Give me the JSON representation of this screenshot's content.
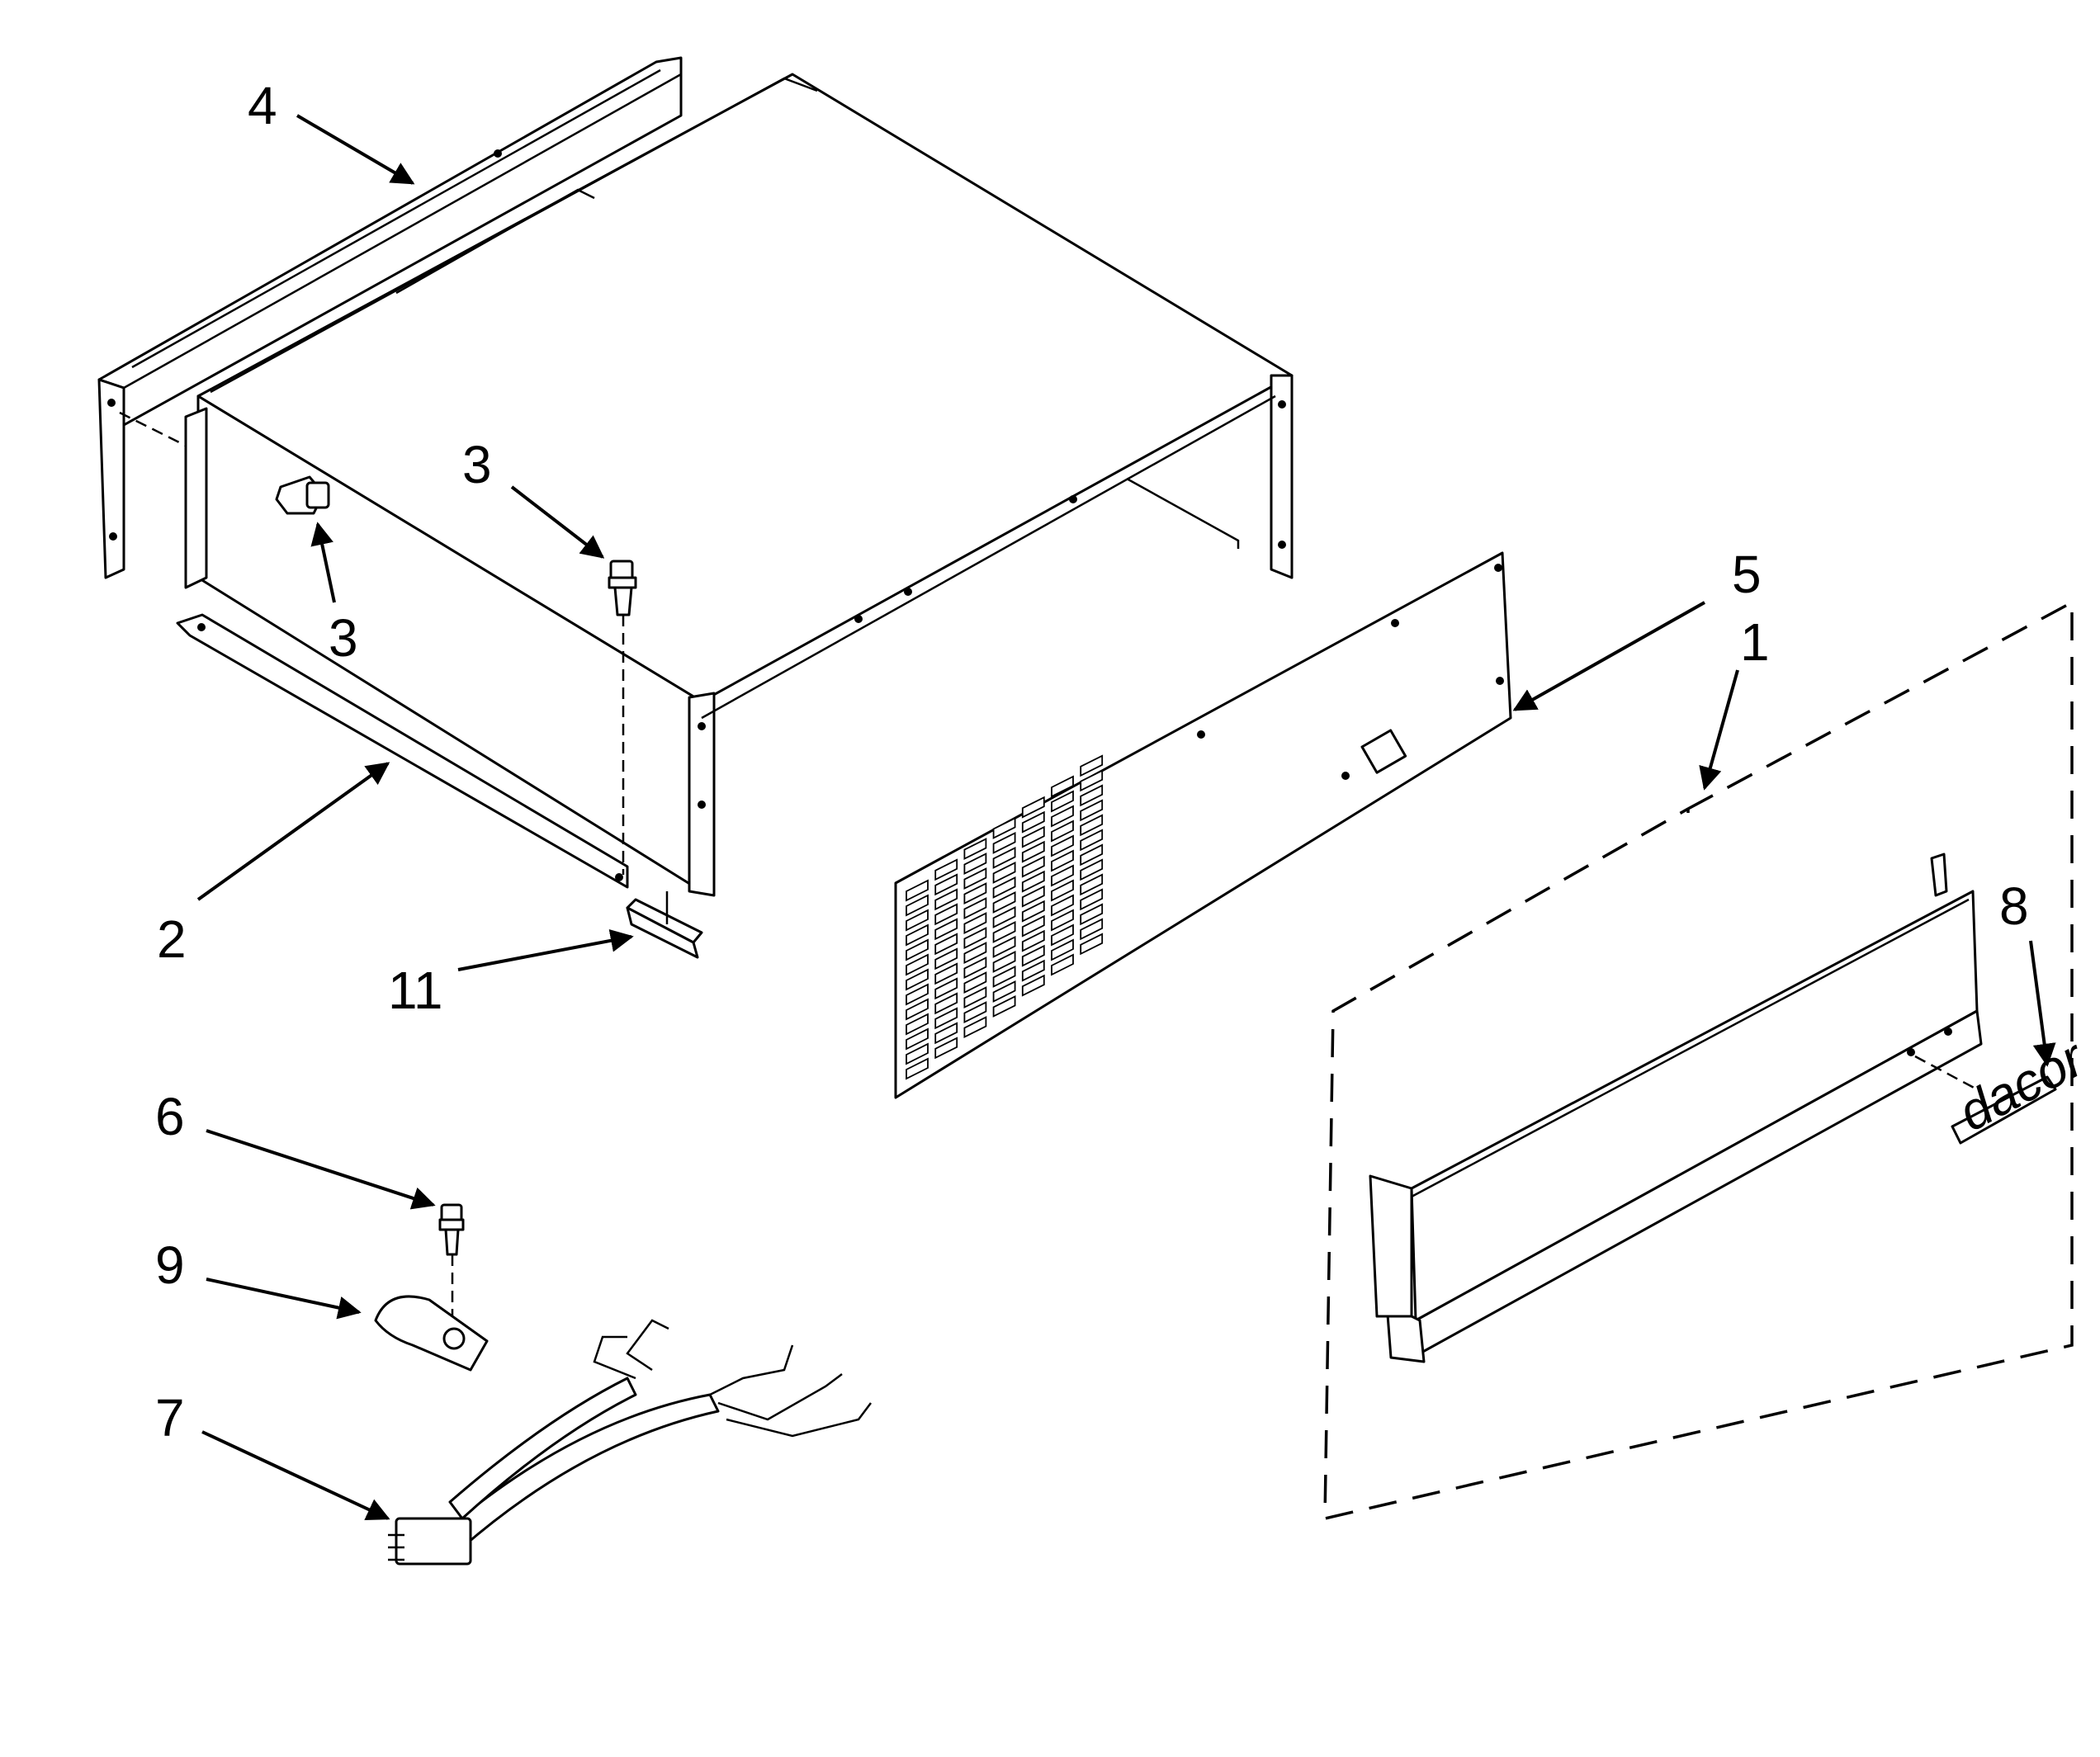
{
  "diagram": {
    "callouts": [
      {
        "id": "c1",
        "text": "1"
      },
      {
        "id": "c2",
        "text": "2"
      },
      {
        "id": "c3a",
        "text": "3"
      },
      {
        "id": "c3b",
        "text": "3"
      },
      {
        "id": "c4",
        "text": "4"
      },
      {
        "id": "c5",
        "text": "5"
      },
      {
        "id": "c6",
        "text": "6"
      },
      {
        "id": "c7",
        "text": "7"
      },
      {
        "id": "c8",
        "text": "8"
      },
      {
        "id": "c9",
        "text": "9"
      },
      {
        "id": "c11",
        "text": "11"
      }
    ],
    "logo_text": "dacor"
  }
}
